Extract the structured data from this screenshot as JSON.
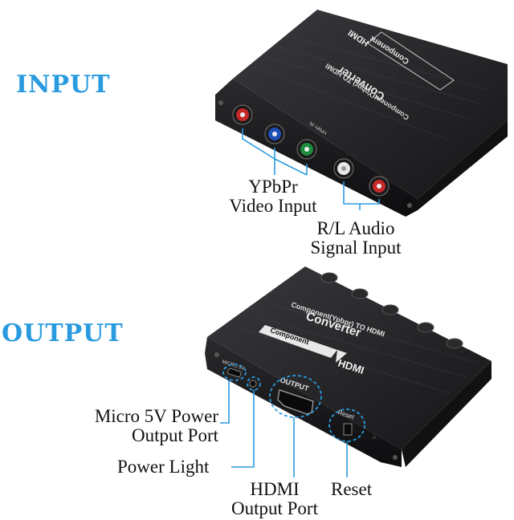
{
  "headings": {
    "input": "INPUT",
    "output": "OUTPUT"
  },
  "device_top": {
    "text_arrow": "Component",
    "text_hdmi": "HDMI",
    "text_title": "Converter",
    "text_sub": "Component(Ypbpr) TO HDMI",
    "text_ypbpr": "YPbPr IN"
  },
  "device_bottom": {
    "text_title": "Converter",
    "text_sub": "Component(Ypbpr) TO HDMI",
    "text_arrow": "Component",
    "text_hdmi": "HDMI",
    "text_micro": "MICRO 5V",
    "text_output": "OUTPUT",
    "text_reset": "Reset"
  },
  "callouts": {
    "ypbpr_line1": "YPbPr",
    "ypbpr_line2": "Video Input",
    "audio_line1": "R/L Audio",
    "audio_line2": "Signal Input",
    "micro_line1": "Micro 5V Power",
    "micro_line2": "Output Port",
    "power_light": "Power Light",
    "hdmi_line1": "HDMI",
    "hdmi_line2": "Output Port",
    "reset": "Reset"
  },
  "colors": {
    "accent": "#2b9be0",
    "device": "#1c1c1e",
    "red": "#c62828",
    "blue": "#1e4fb8",
    "green": "#1d8a3c",
    "white": "#e8e8e8"
  }
}
